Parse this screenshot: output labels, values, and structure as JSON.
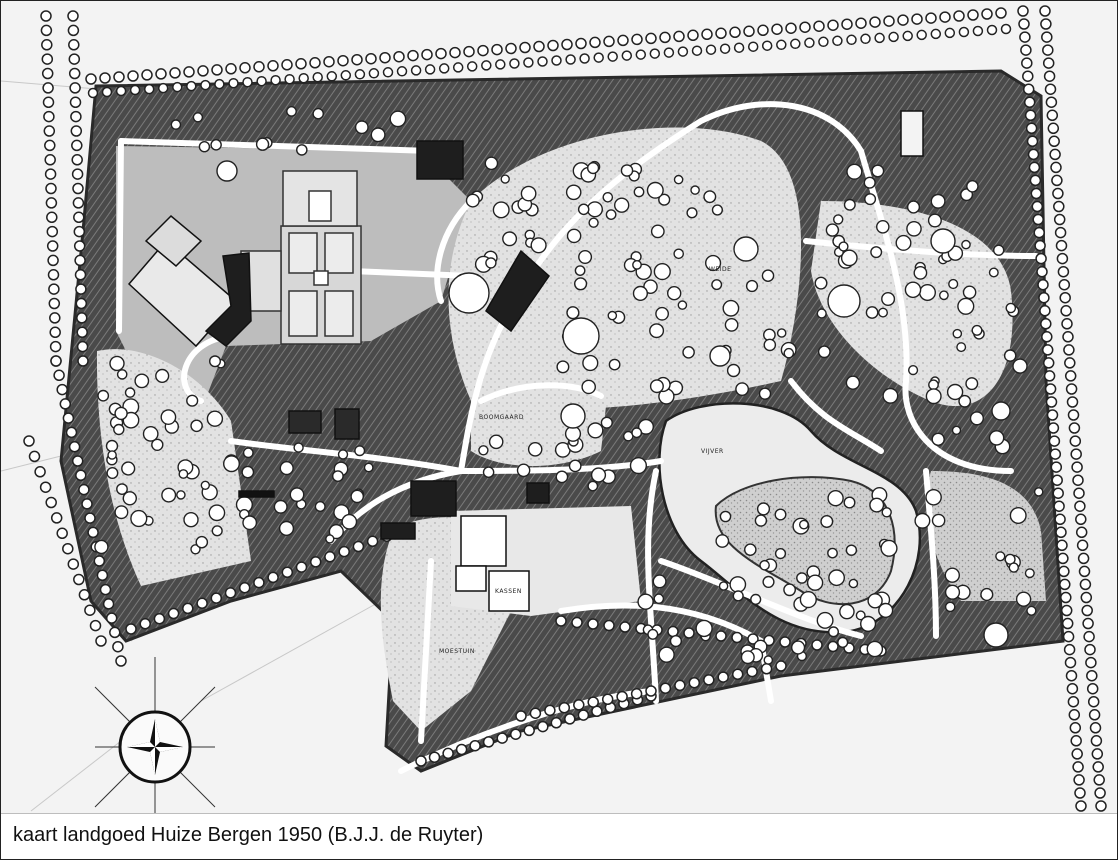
{
  "caption": "kaart landgoed Huize Bergen 1950 (B.J.J. de Ruyter)",
  "map": {
    "labels": {
      "meadow": "WEIDE",
      "pond": "VIJVER",
      "orchard": "BOOMGAARD",
      "garden": "MOESTUIN",
      "nursery": "KASSEN"
    },
    "icons": [
      "compass-rose-icon"
    ]
  },
  "colors": {
    "background": "#f3f3f3",
    "grounds_dark": "#5d5d5d",
    "grounds_light": "#d9d9d9",
    "water": "#e6e6e6",
    "paths": "#ffffff",
    "buildings": "#1e1e1e"
  }
}
